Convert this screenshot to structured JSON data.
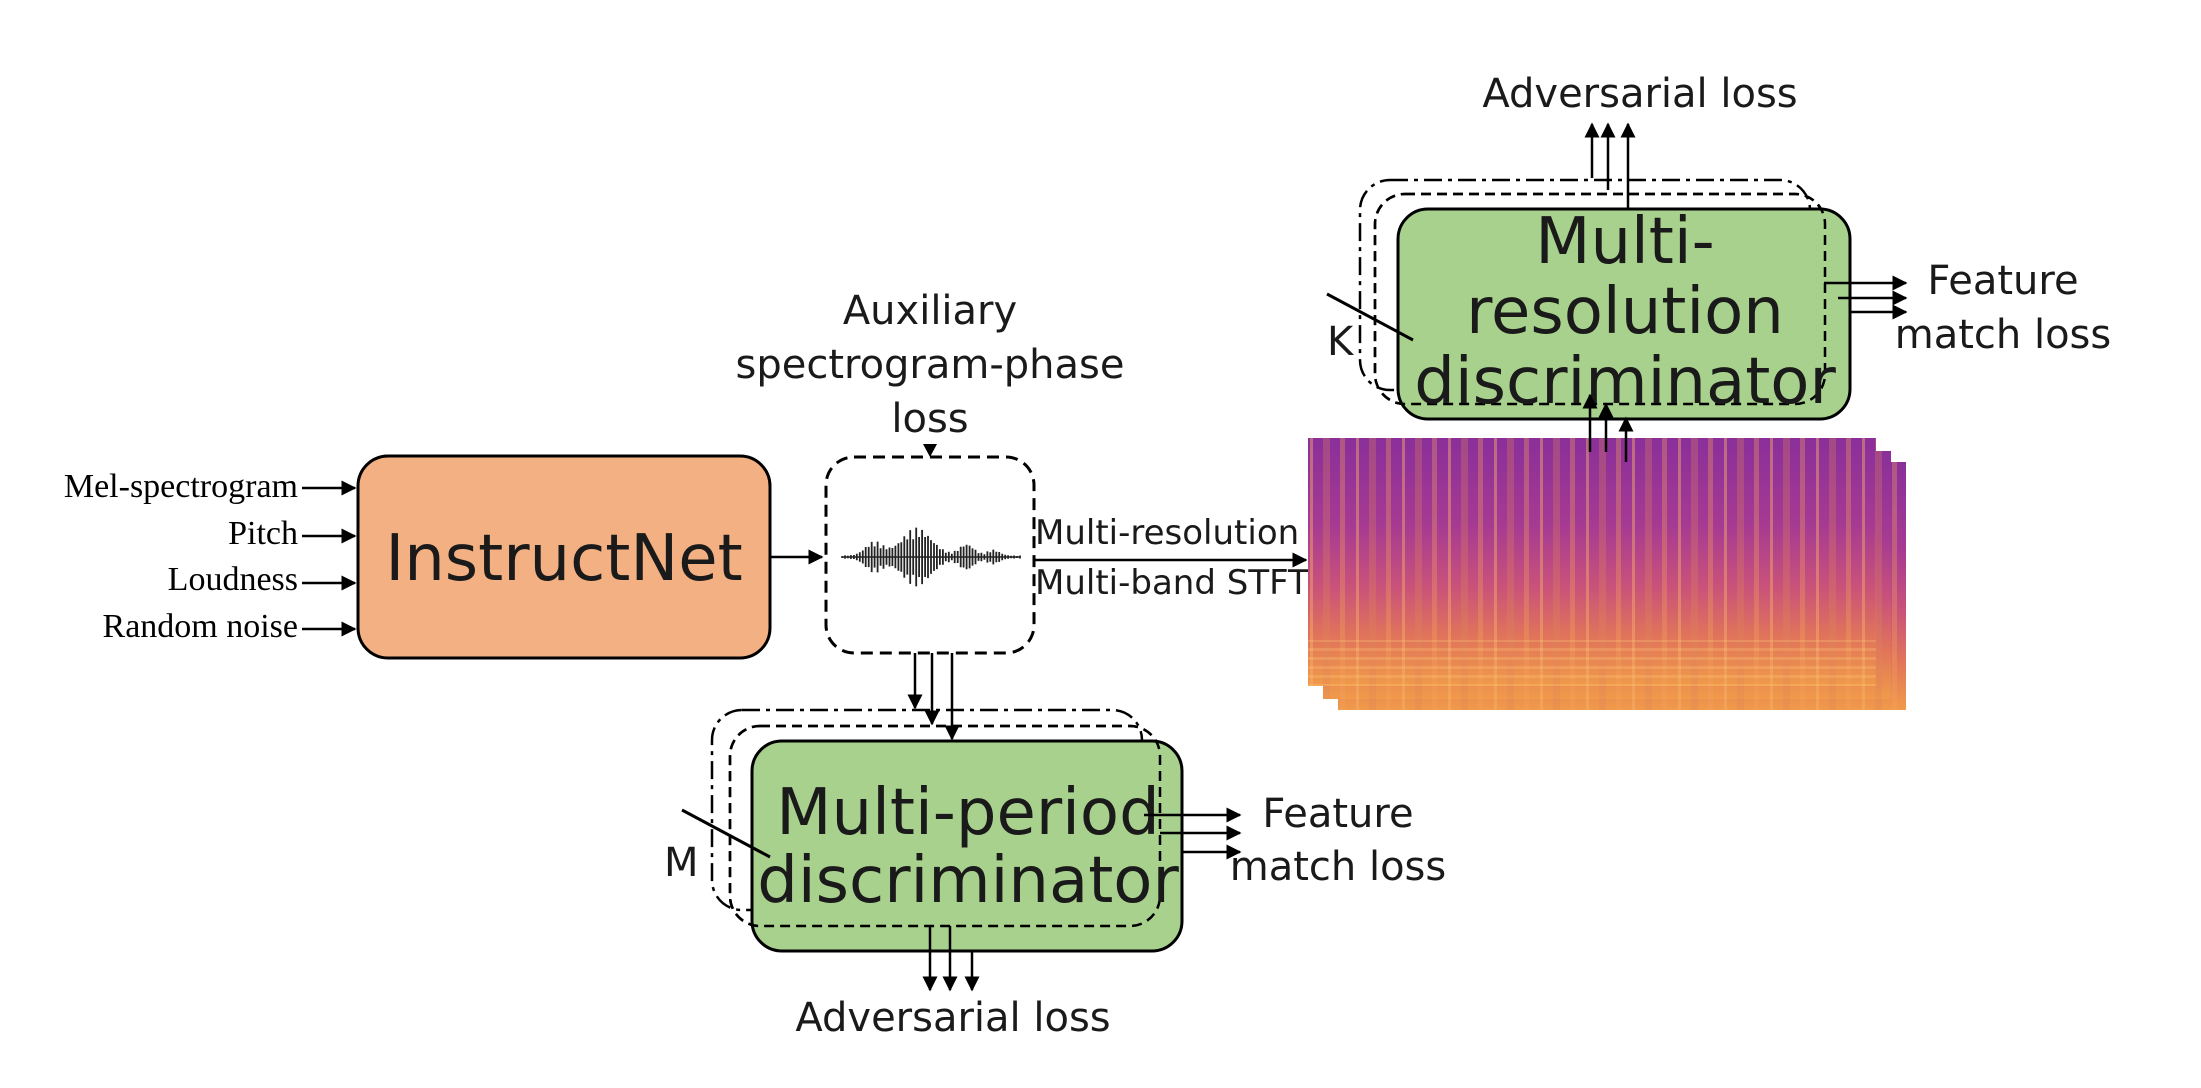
{
  "inputs": [
    "Mel-spectrogram",
    "Pitch",
    "Loudness",
    "Random noise"
  ],
  "instructnet": {
    "label": "InstructNet",
    "color": "#f3b083"
  },
  "aux_loss": {
    "line1": "Auxiliary",
    "line2": "spectrogram-phase",
    "line3": "loss"
  },
  "stft": {
    "line1": "Multi-resolution",
    "line2": "Multi-band STFT"
  },
  "mrd": {
    "line1": "Multi-",
    "line2": "resolution",
    "line3": "discriminator",
    "count_label": "K",
    "color": "#a9d18e"
  },
  "mpd": {
    "line1": "Multi-period",
    "line2": "discriminator",
    "count_label": "M",
    "color": "#a9d18e"
  },
  "mrd_adv_loss": "Adversarial loss",
  "mrd_fm_loss": {
    "line1": "Feature",
    "line2": "match loss"
  },
  "mpd_adv_loss": "Adversarial loss",
  "mpd_fm_loss": {
    "line1": "Feature",
    "line2": "match loss"
  }
}
